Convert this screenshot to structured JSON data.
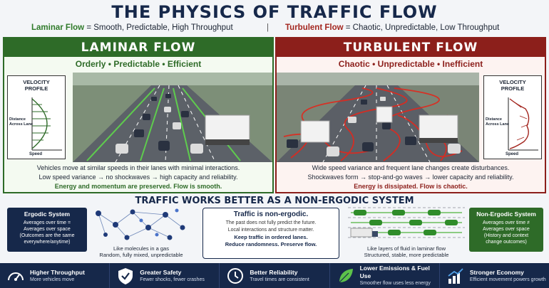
{
  "title": "THE PHYSICS OF TRAFFIC FLOW",
  "subtitle": {
    "laminar_term": "Laminar Flow",
    "laminar_def": " = Smooth, Predictable, High Throughput",
    "separator": "|",
    "turbulent_term": "Turbulent Flow",
    "turbulent_def": " = Chaotic, Unpredictable, Low Throughput"
  },
  "laminar": {
    "header": "LAMINAR FLOW",
    "tagline": "Orderly • Predictable • Efficient",
    "profile_title_1": "VELOCITY",
    "profile_title_2": "PROFILE",
    "axis_distance_1": "Distance",
    "axis_distance_2": "Across Lane",
    "axis_speed": "Speed",
    "line1": "Vehicles move at similar speeds in their lanes with minimal interactions.",
    "line2": "Low speed variance → no shockwaves → high capacity and reliability.",
    "line3": "Energy and momentum are preserved. Flow is smooth."
  },
  "turbulent": {
    "header": "TURBULENT FLOW",
    "tagline": "Chaotic • Unpredictable • Inefficient",
    "profile_title_1": "VELOCITY",
    "profile_title_2": "PROFILE",
    "axis_distance_1": "Distance",
    "axis_distance_2": "Across Lane",
    "axis_speed": "Speed",
    "line1": "Wide speed variance and frequent lane changes create disturbances.",
    "line2": "Shockwaves form → stop-and-go waves → lower capacity and reliability.",
    "line3": "Energy is dissipated. Flow is chaotic."
  },
  "middle": {
    "title": "TRAFFIC WORKS BETTER AS A NON-ERGODIC SYSTEM",
    "ergodic": {
      "title": "Ergodic System",
      "line1": "Averages over time =",
      "line2": "Averages over space",
      "line3": "(Outcomes are the same",
      "line4": "everywhere/anytime)"
    },
    "molecules_caption_1": "Like molecules in a gas",
    "molecules_caption_2": "Random, fully mixed, unpredictable",
    "center": {
      "title": "Traffic is non-ergodic.",
      "line1": "The past does not fully predict the future.",
      "line2": "Local interactions and structure matter.",
      "bold1": "Keep traffic in ordered lanes.",
      "bold2": "Reduce randomness. Preserve flow."
    },
    "lanes_caption_1": "Like layers of fluid in laminar flow",
    "lanes_caption_2": "Structured, stable, more predictable",
    "non_ergodic": {
      "title": "Non-Ergodic System",
      "line1": "Averages over time ≠",
      "line2": "Averages over space",
      "line3": "(History and context",
      "line4": "change outcomes)"
    }
  },
  "benefits": [
    {
      "icon": "speedometer-icon",
      "title": "Higher Throughput",
      "sub": "More vehicles move"
    },
    {
      "icon": "shield-check-icon",
      "title": "Greater Safety",
      "sub": "Fewer shocks, fewer crashes"
    },
    {
      "icon": "clock-icon",
      "title": "Better Reliability",
      "sub": "Travel times are consistent"
    },
    {
      "icon": "leaf-icon",
      "title": "Lower Emissions & Fuel Use",
      "sub": "Smoother flow uses less energy"
    },
    {
      "icon": "growth-chart-icon",
      "title": "Stronger Economy",
      "sub": "Efficient movement powers growth"
    }
  ],
  "colors": {
    "navy": "#16284a",
    "green": "#2e6b28",
    "red": "#8c1f1b"
  }
}
